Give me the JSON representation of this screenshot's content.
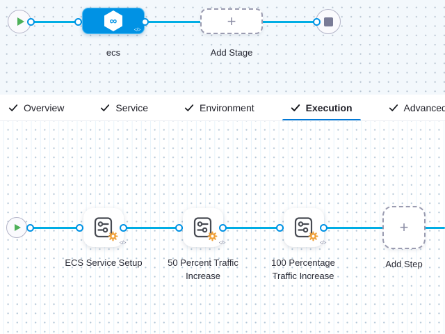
{
  "stage_graph": {
    "start_node": "pipeline-start",
    "end_node": "pipeline-end",
    "stages": [
      {
        "label": "ecs",
        "type": "deployment"
      }
    ],
    "add_stage_label": "Add Stage"
  },
  "tabs": [
    {
      "label": "Overview",
      "checked": true,
      "active": false
    },
    {
      "label": "Service",
      "checked": true,
      "active": false
    },
    {
      "label": "Environment",
      "checked": true,
      "active": false
    },
    {
      "label": "Execution",
      "checked": true,
      "active": true
    },
    {
      "label": "Advanced",
      "checked": true,
      "active": false
    }
  ],
  "execution_graph": {
    "start_node": "execution-start",
    "steps": [
      {
        "label": "ECS Service Setup"
      },
      {
        "label": "50 Percent Traffic Increase"
      },
      {
        "label": "100 Percentage Traffic Increase"
      }
    ],
    "add_step_label": "Add Step"
  },
  "icons": {
    "code": "</>",
    "plus": "+",
    "stage_type_glyph": "∞"
  },
  "colors": {
    "connector": "#00ade4",
    "stage_node_blue": "#0092e4",
    "active_tab_underline": "#0278d5",
    "gear_badge_orange": "#f0a13a",
    "play_green": "#4db058",
    "stop_gray": "#797b96",
    "canvas_top_bg": "#f3f8fc"
  }
}
